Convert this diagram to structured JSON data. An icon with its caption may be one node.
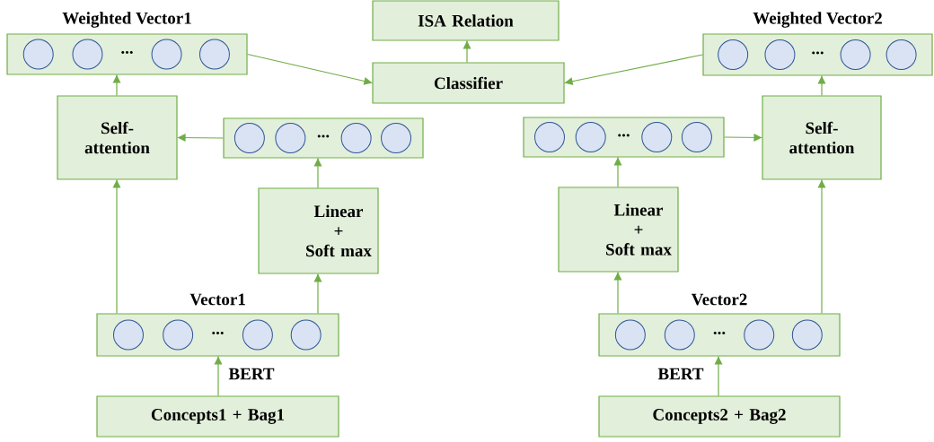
{
  "diagram": {
    "nodes": [
      {
        "text": [
          "ISA Relation"
        ]
      },
      {
        "text": [
          "Weighted Vector1",
          "..."
        ]
      },
      {
        "text": [
          "Classifier"
        ]
      },
      {
        "text": [
          "Weighted Vector2",
          "..."
        ]
      },
      {
        "text": [
          "Self- attention"
        ]
      },
      {
        "text": [
          "..."
        ]
      },
      {
        "text": [
          "..."
        ]
      },
      {
        "text": [
          "Self- attention"
        ]
      },
      {
        "text": [
          "Linear + Soft max"
        ]
      },
      {
        "text": [
          "Linear + Soft max"
        ]
      },
      {
        "text": [
          "Vector1",
          "..."
        ]
      },
      {
        "text": [
          "Vector2",
          "..."
        ]
      },
      {
        "text": [
          "Concepts1 + Bag1"
        ]
      },
      {
        "text": [
          "Concepts2 + Bag2"
        ]
      }
    ],
    "edges": [
      {
        "from": 2,
        "to": 0,
        "arrow": "to"
      },
      {
        "from": 1,
        "to": 2,
        "arrow": "to"
      },
      {
        "from": 3,
        "to": 2,
        "arrow": "to"
      },
      {
        "from": 4,
        "to": 1,
        "arrow": "to"
      },
      {
        "from": 5,
        "to": 4,
        "arrow": "to"
      },
      {
        "from": 8,
        "to": 5,
        "arrow": "to"
      },
      {
        "from": 6,
        "to": 7,
        "arrow": "to"
      },
      {
        "from": 7,
        "to": 3,
        "arrow": "to"
      },
      {
        "from": 9,
        "to": 6,
        "arrow": "to"
      },
      {
        "from": 10,
        "to": 4,
        "arrow": "to"
      },
      {
        "from": 10,
        "to": 8,
        "arrow": "to"
      },
      {
        "from": 11,
        "to": 9,
        "arrow": "to"
      },
      {
        "from": 11,
        "to": 7,
        "arrow": "to"
      },
      {
        "from": 12,
        "to": 10,
        "label": "BERT",
        "arrow": "to"
      },
      {
        "from": 13,
        "to": 11,
        "label": "BERT",
        "arrow": "to"
      }
    ]
  }
}
